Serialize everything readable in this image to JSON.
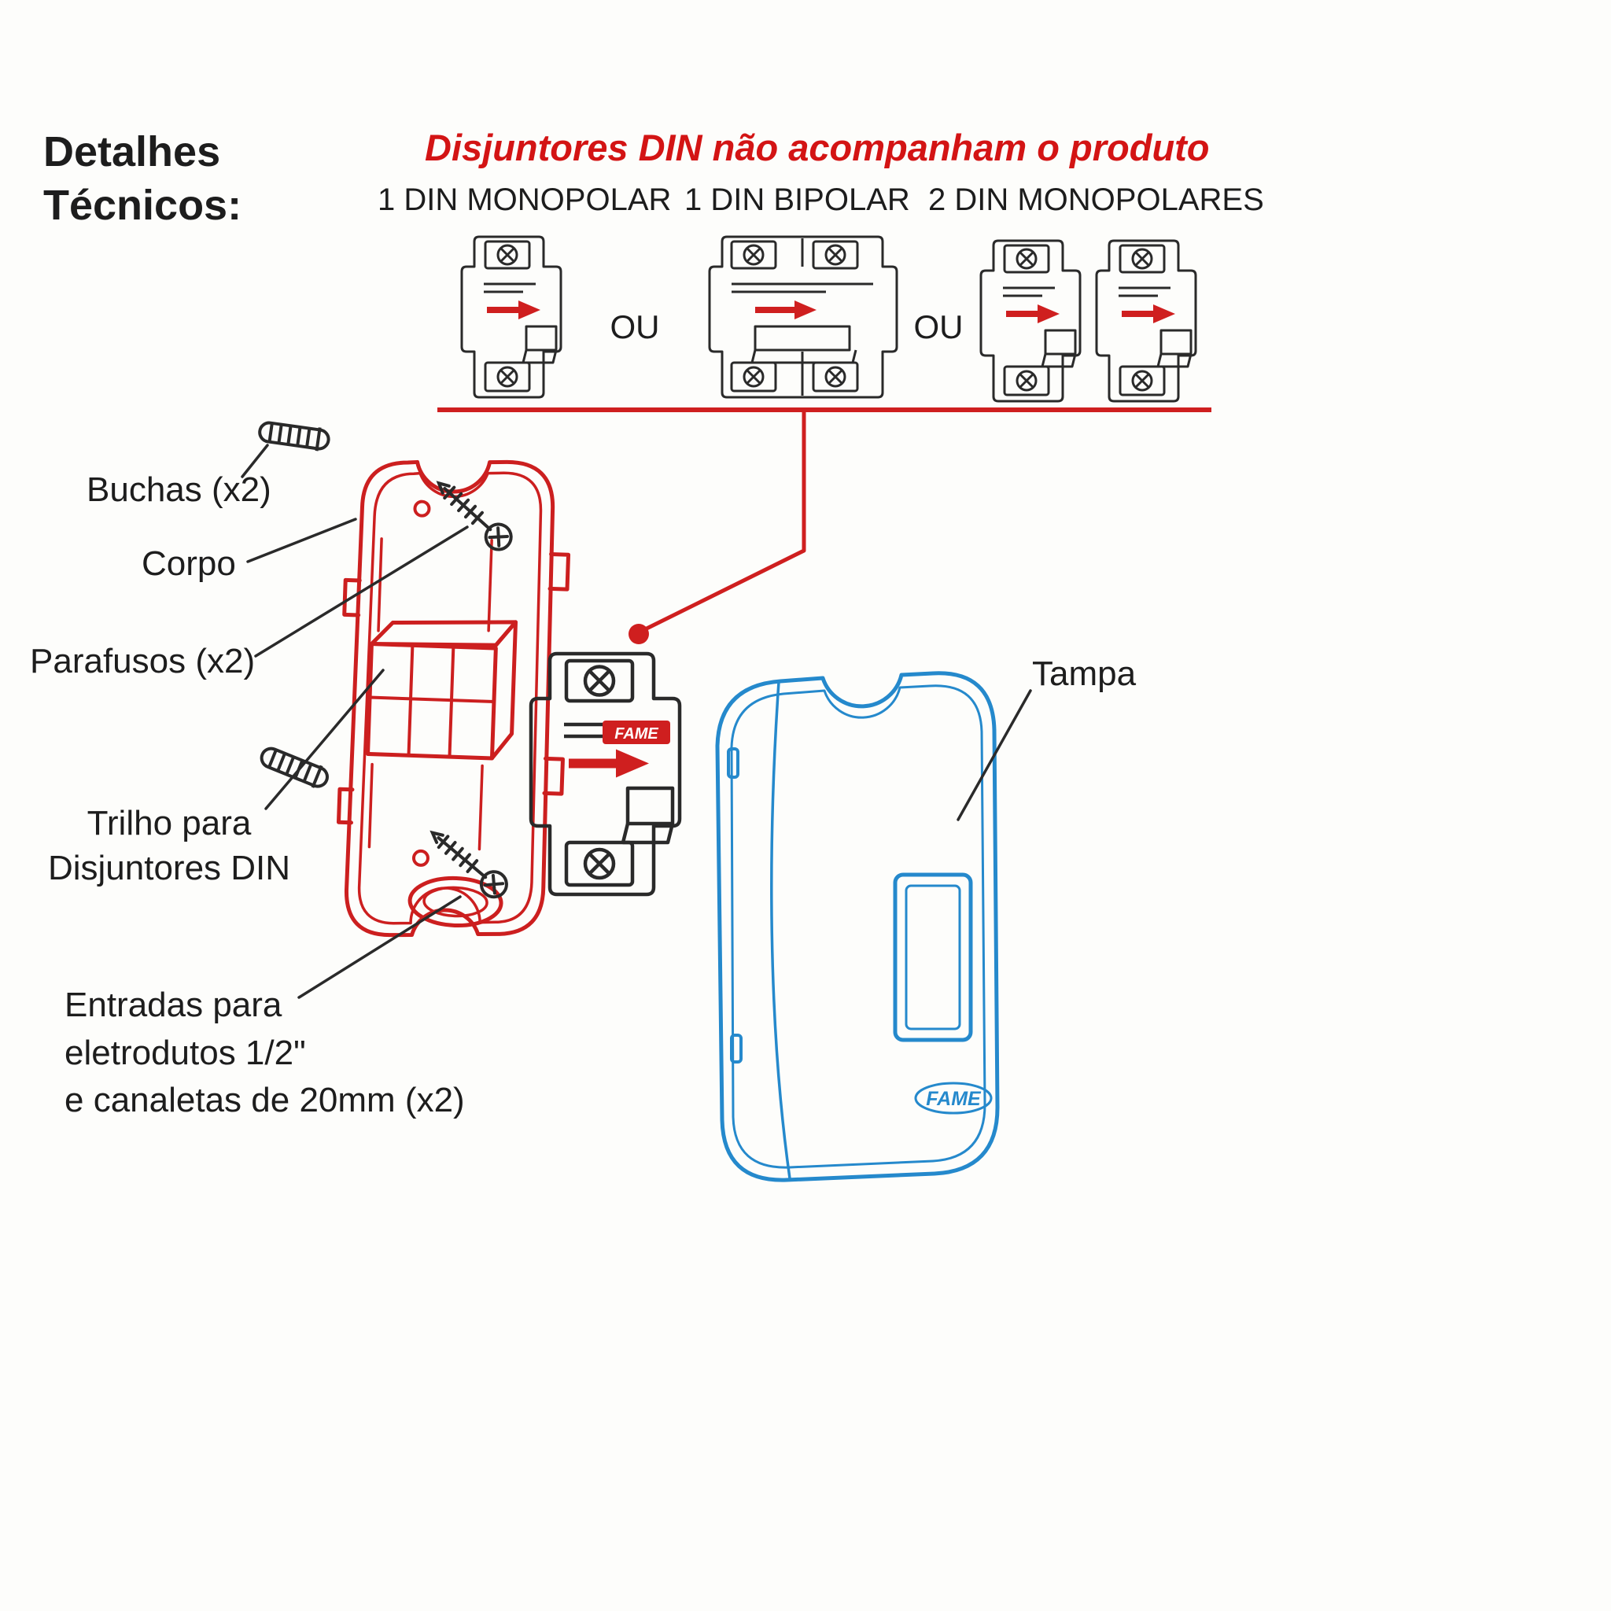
{
  "header": {
    "section_title_line1": "Detalhes",
    "section_title_line2": "Técnicos:",
    "warning_title": "Disjuntores DIN não acompanham o produto",
    "options": [
      {
        "label": "1 DIN MONOPOLAR"
      },
      {
        "label": "1 DIN BIPOLAR"
      },
      {
        "label": "2 DIN MONOPOLARES"
      }
    ],
    "or_label": "OU"
  },
  "part_labels": {
    "buchas": "Buchas (x2)",
    "corpo": "Corpo",
    "parafusos": "Parafusos (x2)",
    "trilho_line1": "Trilho para",
    "trilho_line2": "Disjuntores DIN",
    "entradas_line1": "Entradas para",
    "entradas_line2": "eletrodutos 1/2\"",
    "entradas_line3": "e canaletas de 20mm (x2)",
    "tampa": "Tampa"
  },
  "product": {
    "breaker_brand": "FAME",
    "cover_logo": "FAME"
  },
  "colors": {
    "red_accent": "#cf1f1f",
    "blue_accent": "#2589cc",
    "ink": "#1d1d1d"
  }
}
